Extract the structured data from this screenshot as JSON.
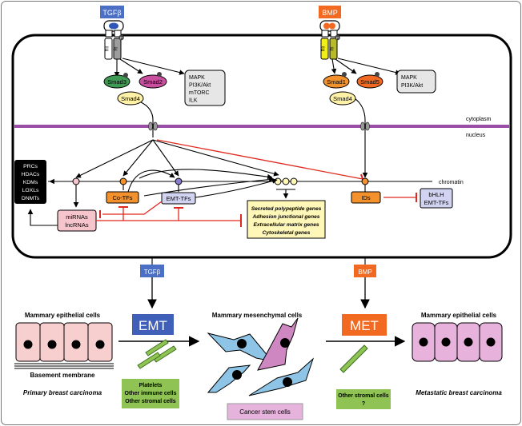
{
  "ligands": {
    "tgfb": "TGFβ",
    "bmp": "BMP"
  },
  "receptors": {
    "rii": "RII",
    "ri": "RI"
  },
  "smads": {
    "smad3": "Smad3",
    "smad2": "Smad2",
    "smad4": "Smad4",
    "smad1": "Smad1",
    "smad5": "Smad5"
  },
  "phospho": "P",
  "kinases_left": [
    "MAPK",
    "PI3K/Akt",
    "mTORC",
    "ILK"
  ],
  "kinases_right": [
    "MAPK",
    "PI3K/Akt"
  ],
  "compartments": {
    "cytoplasm": "cytoplasm",
    "nucleus": "nucleus",
    "chromatin": "chromatin"
  },
  "epigenetic_modifiers": [
    "PRCs",
    "HDACs",
    "KDMs",
    "LOXLs",
    "DNMTs"
  ],
  "nuclear_factors": {
    "co_tfs": "Co-TFs",
    "emt_tfs": "EMT-TFs",
    "ids": "IDs",
    "bhlh": [
      "bHLH",
      "EMT-TFs"
    ]
  },
  "rnas": [
    "miRNAs",
    "lncRNAs"
  ],
  "target_genes": [
    "Secreted polypeptide genes",
    "Adhesion junctional genes",
    "Extracellular matrix genes",
    "Cytoskeletal genes"
  ],
  "bottom": {
    "tgfb_label": "TGFβ",
    "bmp_label": "BMP",
    "emt": "EMT",
    "met": "MET",
    "epithelial_left": "Mammary epithelial cells",
    "mesenchymal": "Mammary mesenchymal cells",
    "epithelial_right": "Mammary epithelial cells",
    "basement_membrane": "Basement membrane",
    "primary": "Primary breast carcinoma",
    "metastatic": "Metastatic breast carcinoma",
    "stromal_left": [
      "Platelets",
      "Other immune cells",
      "Other stromal cells"
    ],
    "stromal_right": [
      "Other stromal cells",
      "?"
    ],
    "cancer_stem": "Cancer stem cells"
  },
  "colors": {
    "tgfb_blue": "#4a6fc4",
    "bmp_orange": "#f26a22",
    "membrane_purple": "#9a4fa6",
    "inhibition_red": "#e0281e",
    "smad3_green": "#3f9a54",
    "smad2_magenta": "#c9509e",
    "smad_yellow": "#fff1a6",
    "rii_yellow": "#f2ee1a",
    "orange_box": "#f3912c",
    "lavender_box": "#d2d3f0",
    "pink_box": "#f6c5cb",
    "gene_box": "#fff7b8",
    "epithelial_pink": "#f8cfcf",
    "metastatic_pink": "#e7b3dc",
    "mesenchymal_blue": "#8ec5e6",
    "mesenchymal_pink": "#cf87c2",
    "stromal_green": "#8fc454",
    "stem_pink": "#e6b3dd"
  }
}
